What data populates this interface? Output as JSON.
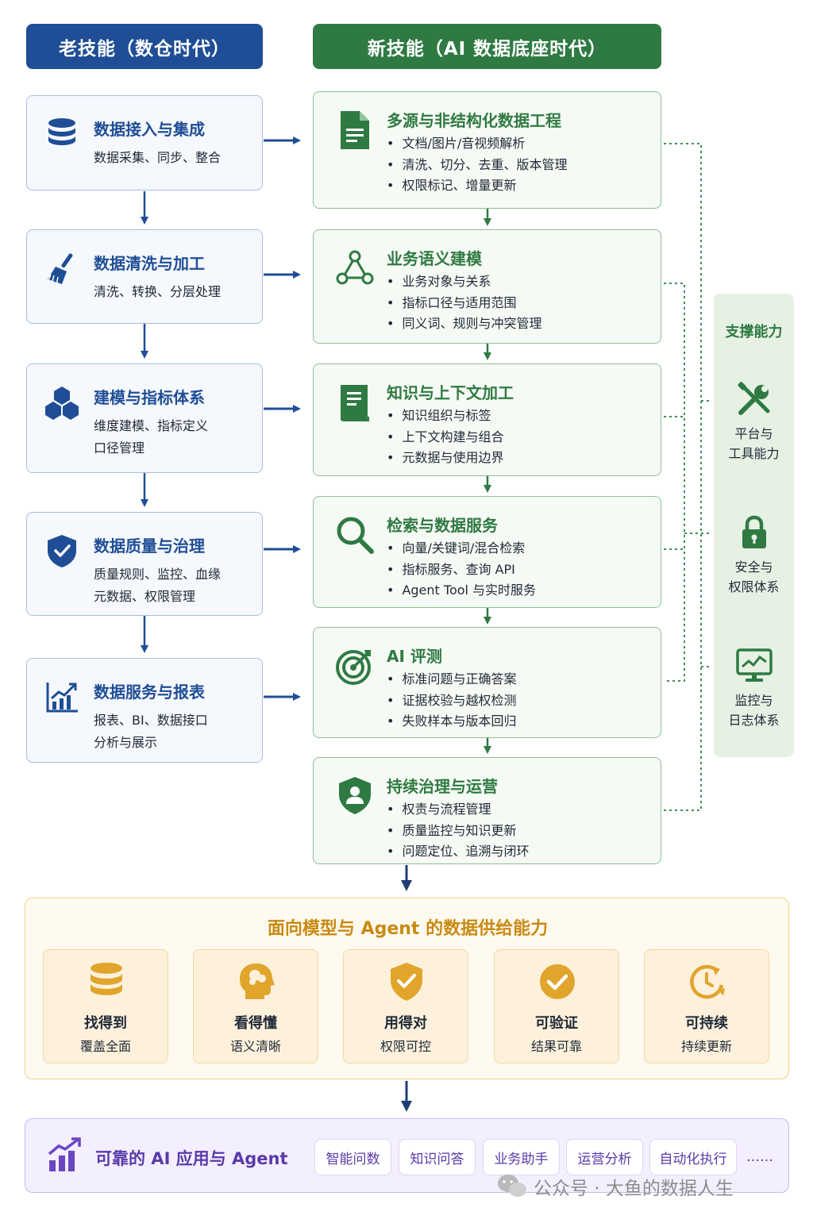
{
  "headers": {
    "old": "老技能（数仓时代）",
    "new": "新技能（AI 数据底座时代）"
  },
  "old_column": [
    {
      "icon": "database-icon",
      "title": "数据接入与集成",
      "desc": [
        "数据采集、同步、整合"
      ]
    },
    {
      "icon": "broom-icon",
      "title": "数据清洗与加工",
      "desc": [
        "清洗、转换、分层处理"
      ]
    },
    {
      "icon": "cubes-icon",
      "title": "建模与指标体系",
      "desc": [
        "维度建模、指标定义",
        "口径管理"
      ]
    },
    {
      "icon": "shield-check-icon",
      "title": "数据质量与治理",
      "desc": [
        "质量规则、监控、血缘",
        "元数据、权限管理"
      ]
    },
    {
      "icon": "chart-growth-icon",
      "title": "数据服务与报表",
      "desc": [
        "报表、BI、数据接口",
        "分析与展示"
      ]
    }
  ],
  "new_column": [
    {
      "icon": "document-icon",
      "title": "多源与非结构化数据工程",
      "items": [
        "文档/图片/音视频解析",
        "清洗、切分、去重、版本管理",
        "权限标记、增量更新"
      ]
    },
    {
      "icon": "graph-nodes-icon",
      "title": "业务语义建模",
      "items": [
        "业务对象与关系",
        "指标口径与适用范围",
        "同义词、规则与冲突管理"
      ]
    },
    {
      "icon": "book-icon",
      "title": "知识与上下文加工",
      "items": [
        "知识组织与标签",
        "上下文构建与组合",
        "元数据与使用边界"
      ]
    },
    {
      "icon": "search-icon",
      "title": "检索与数据服务",
      "items": [
        "向量/关键词/混合检索",
        "指标服务、查询 API",
        "Agent Tool 与实时服务"
      ]
    },
    {
      "icon": "target-icon",
      "title": "AI 评测",
      "items": [
        "标准问题与正确答案",
        "证据校验与越权检测",
        "失败样本与版本回归"
      ]
    },
    {
      "icon": "shield-user-icon",
      "title": "持续治理与运营",
      "items": [
        "权责与流程管理",
        "质量监控与知识更新",
        "问题定位、追溯与闭环"
      ]
    }
  ],
  "support": {
    "title": "支撑能力",
    "items": [
      {
        "icon": "tools-icon",
        "label": [
          "平台与",
          "工具能力"
        ]
      },
      {
        "icon": "lock-icon",
        "label": [
          "安全与",
          "权限体系"
        ]
      },
      {
        "icon": "monitor-icon",
        "label": [
          "监控与",
          "日志体系"
        ]
      }
    ]
  },
  "supply": {
    "title": "面向模型与 Agent 的数据供给能力",
    "items": [
      {
        "icon": "database-icon",
        "title": "找得到",
        "sub": "覆盖全面"
      },
      {
        "icon": "brain-head-icon",
        "title": "看得懂",
        "sub": "语义清晰"
      },
      {
        "icon": "shield-check-icon",
        "title": "用得对",
        "sub": "权限可控"
      },
      {
        "icon": "check-circle-icon",
        "title": "可验证",
        "sub": "结果可靠"
      },
      {
        "icon": "clock-refresh-icon",
        "title": "可持续",
        "sub": "持续更新"
      }
    ]
  },
  "bottom": {
    "title": "可靠的 AI 应用与 Agent",
    "tags": [
      "智能问数",
      "知识问答",
      "业务助手",
      "运营分析",
      "自动化执行",
      "……"
    ]
  },
  "watermark": "公众号 · 大鱼的数据人生",
  "colors": {
    "old_blue": "#1f4e96",
    "new_green": "#2f7a43",
    "supply_gold": "#e1a52c",
    "bottom_purple": "#5a3aa8"
  }
}
